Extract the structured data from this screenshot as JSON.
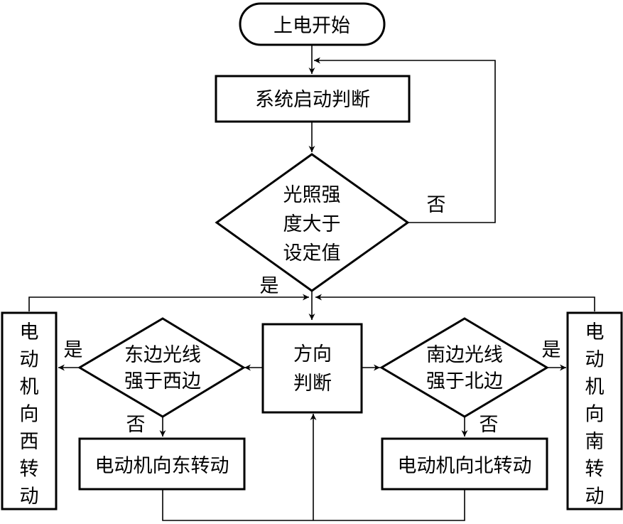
{
  "nodes": {
    "start": "上电开始",
    "system_check": "系统启动判断",
    "light_check": [
      "光照强",
      "度大于",
      "设定值"
    ],
    "direction_check": [
      "方向",
      "判断"
    ],
    "east_west_check": [
      "东边光线",
      "强于西边"
    ],
    "south_north_check": [
      "南边光线",
      "强于北边"
    ],
    "turn_west": "电动机向西转动",
    "turn_east": "电动机向东转动",
    "turn_north": "电动机向北转动",
    "turn_south": "电动机向南转动"
  },
  "edge_labels": {
    "light_no": "否",
    "light_yes": "是",
    "ew_yes": "是",
    "ew_no": "否",
    "sn_yes": "是",
    "sn_no": "否"
  },
  "colors": {
    "stroke": "#000000",
    "fill": "#ffffff"
  }
}
